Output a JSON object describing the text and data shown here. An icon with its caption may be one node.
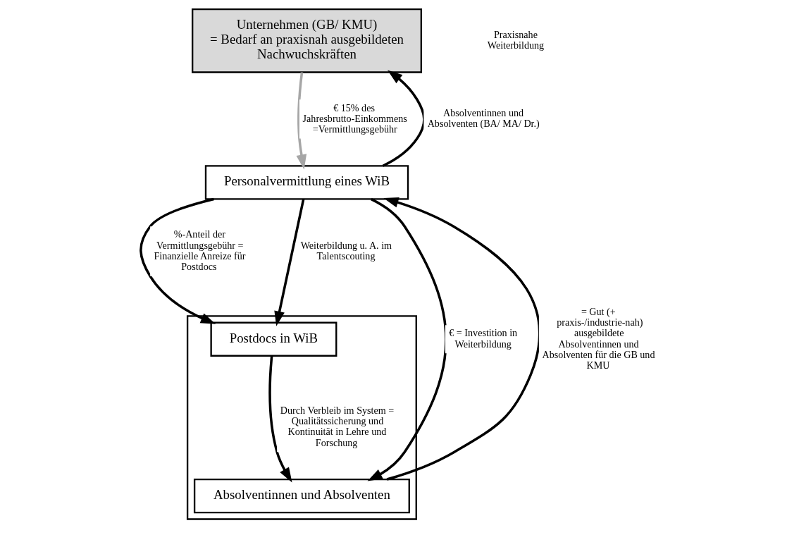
{
  "diagram": {
    "nodes": [
      {
        "text": [
          "Unternehmen (GB/ KMU)",
          "= Bedarf an praxisnah ausgebildeten Nachwuchskräften"
        ]
      },
      {
        "text": [
          "Personalvermittlung eines WiB"
        ]
      },
      {
        "text": [],
        "shape": "box"
      },
      {
        "text": [
          "Postdocs in WiB"
        ],
        "in": 2
      },
      {
        "text": [
          "Absolventinnen und Absolventen"
        ],
        "in": 2
      }
    ],
    "edges": [
      {
        "from": 0,
        "to": 1,
        "arrow": "to",
        "label": "€ 15% des Jahresbrutto-Einkommens =Vermittlungsgebühr",
        "color": "#a6a6a6"
      },
      {
        "from": 1,
        "to": 0,
        "arrow": "to",
        "label": "Absolventinnen und Absolventen (BA/ MA/ Dr.)"
      },
      {
        "from": 1,
        "to": 3,
        "arrow": "to",
        "label": "%-Anteil der Vermittlungsgebühr = Finanzielle Anreize für Postdocs"
      },
      {
        "from": 1,
        "to": 4,
        "arrow": "to",
        "label": "€ = Investition in Weiterbildung"
      },
      {
        "from": 1,
        "to": 3,
        "arrow": "to",
        "label": "Weiterbildung u. A. im Talentscouting"
      },
      {
        "from": 3,
        "to": 4,
        "arrow": "to",
        "label": "Durch Verbleib im System = Qualitätssicherung und Kontinuität in Lehre und Forschung"
      },
      {
        "from": 4,
        "to": 1,
        "arrow": "to",
        "label": "= Gut (+ praxis-/industrie-nah) ausgebildete Absolventinnen und Absolventen für die GB und KMU"
      }
    ],
    "labels": [
      "Praxisnahe Weiterbildung"
    ]
  }
}
